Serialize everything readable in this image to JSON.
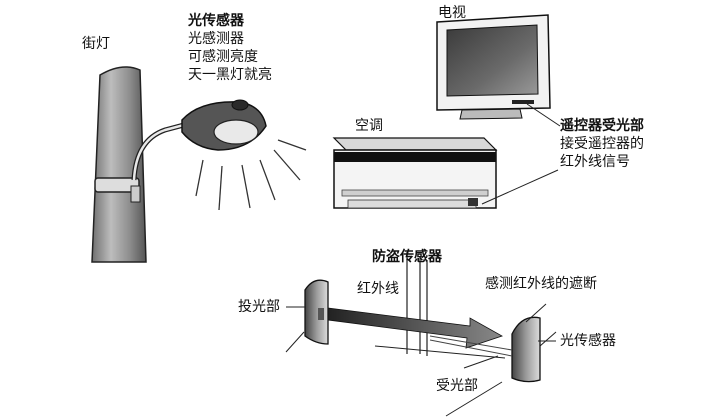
{
  "streetlight": {
    "label": "街灯",
    "sensor_title": "光传感器",
    "sensor_lines": [
      "光感测器",
      "可感测亮度",
      "天一黑灯就亮"
    ]
  },
  "tv": {
    "label": "电视"
  },
  "aircon": {
    "label": "空调"
  },
  "remote": {
    "title": "遥控器受光部",
    "lines": [
      "接受遥控器的",
      "红外线信号"
    ]
  },
  "security": {
    "title": "防盗传感器",
    "infrared_label": "红外线",
    "emitter_label": "投光部",
    "receiver_label": "受光部",
    "photo_sensor_label": "光传感器",
    "block_note": "感测红外线的遮断"
  }
}
